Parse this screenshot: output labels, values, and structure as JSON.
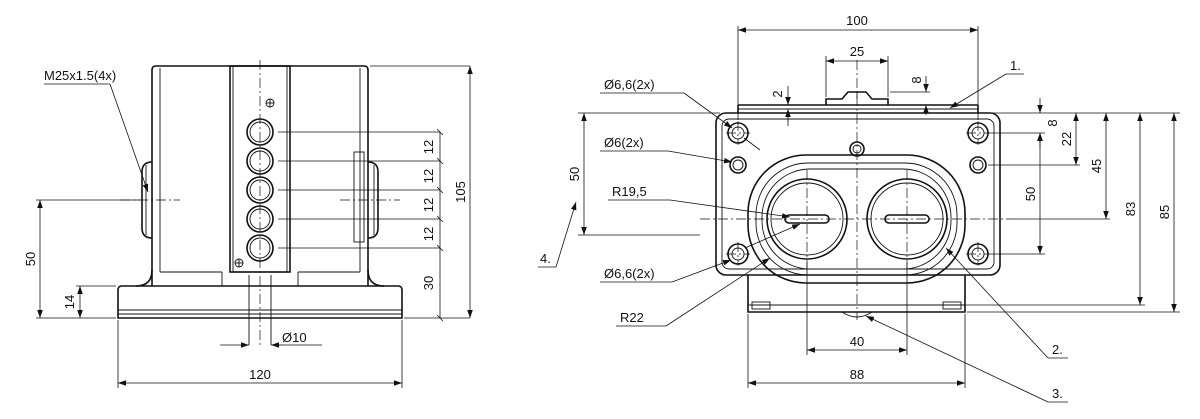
{
  "left_view": {
    "thread_label": "M25x1.5(4x)",
    "spacing_labels": [
      "12",
      "12",
      "12",
      "12"
    ],
    "dim_30": "30",
    "dim_105": "105",
    "dim_50": "50",
    "dim_14": "14",
    "dim_diameter_10": "Ø10",
    "dim_120": "120"
  },
  "right_view": {
    "dim_100": "100",
    "dim_25": "25",
    "dim_8_top": "8",
    "dim_2": "2",
    "hole_label_top": "Ø6,6(2x)",
    "hole_label_mid": "Ø6(2x)",
    "radius_19_5": "R19,5",
    "hole_label_bottom": "Ø6,6(2x)",
    "radius_22": "R22",
    "dim_50": "50",
    "dim_8_right": "8",
    "dim_22": "22",
    "dim_50_right": "50",
    "dim_45": "45",
    "dim_83": "83",
    "dim_85": "85",
    "dim_40": "40",
    "dim_88": "88"
  },
  "callouts": [
    "1.",
    "2.",
    "3.",
    "4."
  ]
}
